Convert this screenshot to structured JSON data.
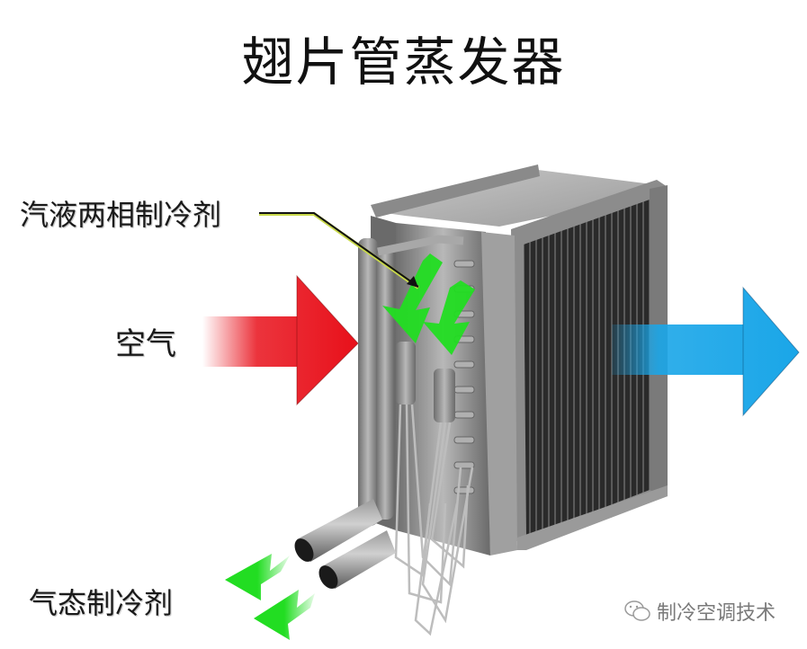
{
  "title": "翅片管蒸发器",
  "labels": {
    "two_phase_refrigerant": "汽液两相制冷剂",
    "air": "空气",
    "gas_refrigerant": "气态制冷剂"
  },
  "watermark": {
    "icon": "wechat-icon",
    "text": "制冷空调技术"
  },
  "colors": {
    "air_in_arrow": "#e8101a",
    "air_out_arrow": "#1aa6e8",
    "refrigerant_arrow": "#22dd22",
    "evaporator_body": "#8a8a8a",
    "fins": "#2e2e2e",
    "leader_line": "#111111",
    "leader_line_highlight": "#c8d84a"
  }
}
